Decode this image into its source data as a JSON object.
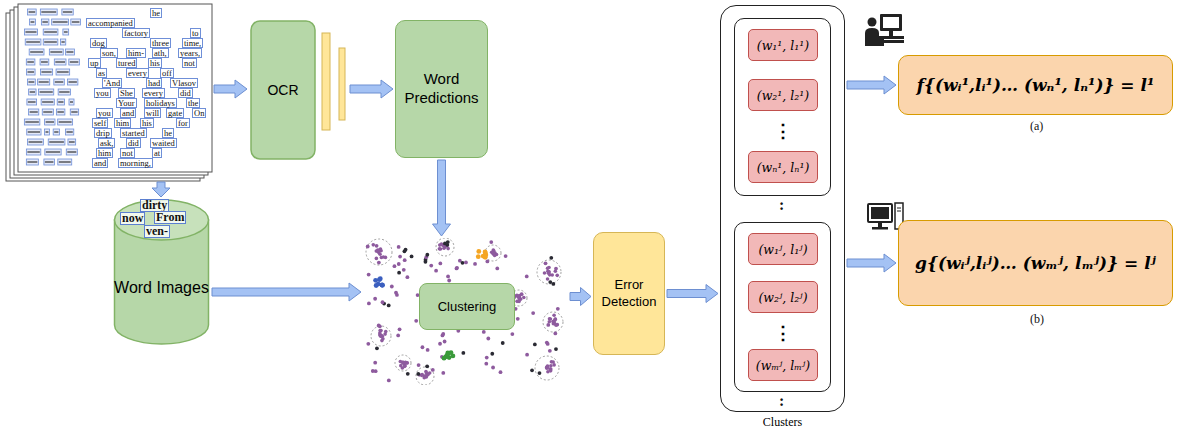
{
  "diagram": {
    "nodes": [
      {
        "text": [
          "OCR"
        ]
      },
      {
        "text": [
          "Word Predictions"
        ]
      },
      {
        "text": [
          "Word Images"
        ]
      },
      {
        "text": [
          "Clustering"
        ]
      },
      {
        "text": [
          "Error Detection"
        ]
      },
      {
        "text": [
          "Clusters"
        ]
      },
      {
        "text": [
          "⋮"
        ],
        "in": 5
      },
      {
        "text": [
          "(w₁¹, l₁¹)"
        ],
        "in": 6
      },
      {
        "text": [
          "(w₂¹, l₂¹)"
        ],
        "in": 6
      },
      {
        "text": [
          "(wₙ¹, lₙ¹)"
        ],
        "in": 6
      },
      {
        "text": [
          "⋮"
        ],
        "in": 5
      },
      {
        "text": [
          "(w₁ʲ, l₁ʲ)"
        ],
        "in": 10
      },
      {
        "text": [
          "(w₂ʲ, l₂ʲ)"
        ],
        "in": 10
      },
      {
        "text": [
          "(wₘʲ, lₘʲ)"
        ],
        "in": 10
      },
      {
        "text": [
          "f{(wᵢ¹,lᵢ¹)… (wₙ¹, lₙ¹)} = l¹"
        ]
      },
      {
        "text": [
          "g{(wᵢʲ,lᵢʲ)… (wₘʲ, lₘʲ)} = lʲ"
        ]
      }
    ],
    "edges": [
      {
        "from": 0,
        "to": 1,
        "arrow": "to"
      },
      {
        "from": 1,
        "to": 3,
        "arrow": "to"
      },
      {
        "from": 2,
        "to": 3,
        "arrow": "to"
      },
      {
        "from": 3,
        "to": 4,
        "arrow": "to"
      },
      {
        "from": 4,
        "to": 5,
        "arrow": "to"
      },
      {
        "from": 5,
        "to": 14,
        "arrow": "to"
      },
      {
        "from": 5,
        "to": 15,
        "arrow": "to"
      }
    ],
    "labels": [
      "he",
      "accompanied",
      "factory",
      "to",
      "dog",
      "three",
      "time,",
      "son,",
      "him-",
      "ath,",
      "years,",
      "up",
      "tured",
      "his",
      "not",
      "as",
      "every",
      "off",
      "'And",
      "had",
      "Vlasov",
      "you",
      "She",
      "every",
      "did",
      "Your",
      "holidays",
      "the",
      "you",
      "and",
      "will",
      "gate",
      "On",
      "self",
      "him",
      "his",
      "for",
      "drip",
      "started",
      "he",
      "ask,",
      "did",
      "waited",
      "him",
      "not",
      "at",
      "and",
      "morning,",
      "dirty",
      "now",
      "From",
      "ven-",
      ":",
      ":",
      "(a)",
      "(b)"
    ]
  }
}
